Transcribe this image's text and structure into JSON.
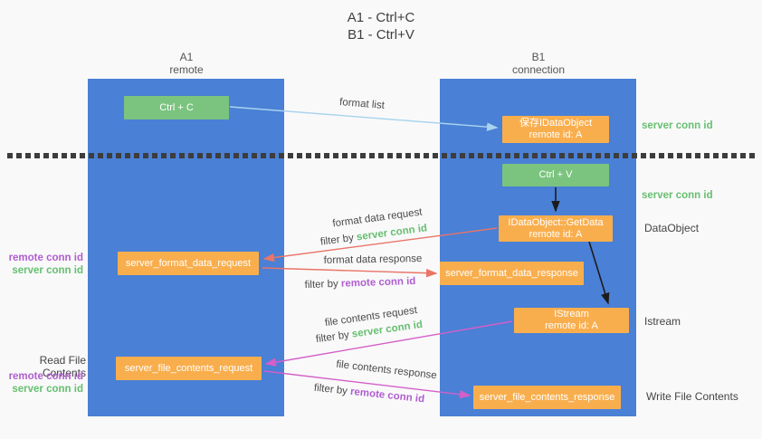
{
  "title": {
    "line1": "A1 - Ctrl+C",
    "line2": "B1 - Ctrl+V"
  },
  "lanes": {
    "left": {
      "name": "A1",
      "role": "remote"
    },
    "right": {
      "name": "B1",
      "role": "connection"
    }
  },
  "nodes": {
    "ctrl_c": {
      "label": "Ctrl + C"
    },
    "save_idataobject": {
      "line1": "保存IDataObject",
      "line2": "remote id: A"
    },
    "ctrl_v": {
      "label": "Ctrl + V"
    },
    "getdata": {
      "line1": "IDataObject::GetData",
      "line2": "remote id: A"
    },
    "format_request": {
      "label": "server_format_data_request"
    },
    "format_response": {
      "label": "server_format_data_response"
    },
    "istream": {
      "line1": "IStream",
      "line2": "remote id: A"
    },
    "file_request": {
      "label": "server_file_contents_request"
    },
    "file_response": {
      "label": "server_file_contents_response"
    }
  },
  "edge_labels": {
    "format_list": "format list",
    "format_data_request": "format data request",
    "format_data_response": "format data response",
    "file_contents_request": "file contents request",
    "file_contents_response": "file contents response",
    "filter_by": "filter by",
    "server_conn_id": "server conn id",
    "remote_conn_id": "remote conn id"
  },
  "side_labels": {
    "server_conn_id_top": "server conn id",
    "server_conn_id_mid": "server conn id",
    "dataobject": "DataObject",
    "istream": "Istream",
    "write_file_contents": "Write File Contents",
    "read_file_contents": "Read File Contents",
    "remote_conn_id": "remote conn id",
    "server_conn_id": "server conn id"
  },
  "colors": {
    "lane_blue": "#4a80d5",
    "node_green": "#7bc47f",
    "node_orange": "#f9ae4d",
    "accent_green": "#66bf70",
    "accent_purple": "#b05ecf",
    "arrow_red": "#e97568",
    "arrow_magenta": "#d45fc8",
    "arrow_blue": "#a9d3ee",
    "arrow_black": "#1c1c1c"
  }
}
